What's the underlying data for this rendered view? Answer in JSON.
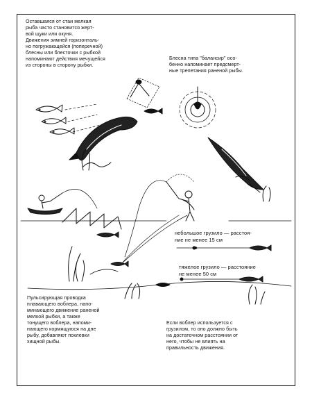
{
  "captions": {
    "top_left": [
      "Оставшаяся от стаи мелкая",
      "рыба часто становится жерт-",
      "вой щуки или окуня.",
      "Движения зимней горизонталь-",
      "но погружающейся (поперечной)",
      "блесны или блесточки с рыбкой",
      "напоминают действия мечущейся",
      "из стороны в сторону рыбки."
    ],
    "top_right": [
      "Блесна типа \"балансир\" осо-",
      "бенно напоминает предсмерт-",
      "ные трепетания раненой рыбы."
    ],
    "light_weight": [
      "небольшое грузило — расстоя-",
      "ние не менее 15 см"
    ],
    "heavy_weight": [
      "тяжелое грузило — расстояние",
      "не менее 50 см"
    ],
    "bottom_left": [
      "Пульсирующая проводка",
      "плавающего воблера, напо-",
      "минающего движение раненой",
      "мелкой рыбки, а также",
      "тонущего воблера, напоми-",
      "нающего кормящуюся на дне",
      "рыбу, добавляют поклевки",
      "хищной рыбы."
    ],
    "bottom_right": [
      "Если воблер используется с",
      "грузилом, то оно должно быть",
      "на достаточном расстоянии от",
      "него, чтобы не влиять на",
      "правильность движения."
    ]
  },
  "icons": [
    "fish-school-icon",
    "ice-angler-icon",
    "pike-icon",
    "balancer-lure-icon",
    "angler-in-boat-icon",
    "standing-angler-icon",
    "wobbler-icon",
    "sinker-icon",
    "waterweed-icon"
  ],
  "colors": {
    "ink": "#111111",
    "paper": "#ffffff"
  }
}
